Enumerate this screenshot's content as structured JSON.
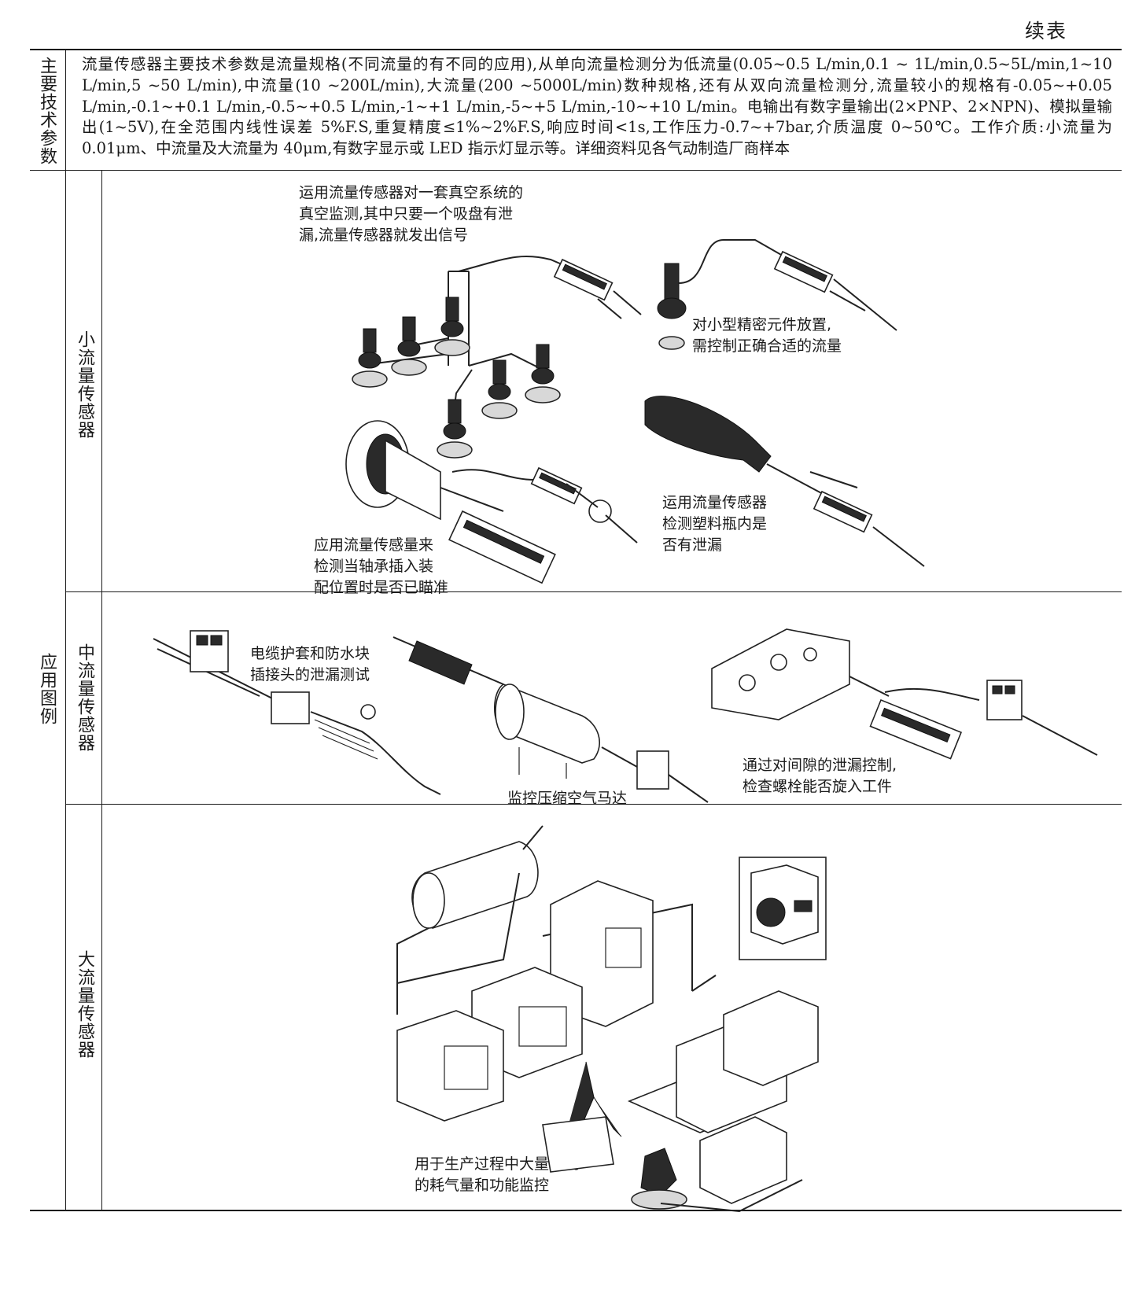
{
  "continued": "续表",
  "row_params": {
    "label": "主要技术参数",
    "text": "流量传感器主要技术参数是流量规格(不同流量的有不同的应用),从单向流量检测分为低流量(0.05~0.5 L/min,0.1 ~ 1L/min,0.5~5L/min,1~10 L/min,5 ~50 L/min),中流量(10 ~200L/min),大流量(200 ~5000L/min)数种规格,还有从双向流量检测分,流量较小的规格有-0.05~+0.05 L/min,-0.1~+0.1 L/min,-0.5~+0.5 L/min,-1~+1 L/min,-5~+5 L/min,-10~+10 L/min。电输出有数字量输出(2×PNP、2×NPN)、模拟量输出(1~5V),在全范围内线性误差 5%F.S,重复精度≤1%~2%F.S,响应时间<1s,工作压力-0.7~+7bar,介质温度 0~50℃。工作介质:小流量为 0.01μm、中流量及大流量为 40μm,有数字显示或 LED 指示灯显示等。详细资料见各气动制造厂商样本"
  },
  "row_examples": {
    "label": "应用图例",
    "small": {
      "label": "小流量传感器",
      "captions": [
        "运用流量传感器对一套真空系统的\n真空监测,其中只要一个吸盘有泄\n漏,流量传感器就发出信号",
        "对小型精密元件放置,\n需控制正确合适的流量",
        "运用流量传感器\n检测塑料瓶内是\n否有泄漏",
        "应用流量传感量来\n检测当轴承插入装\n配位置时是否已瞄准"
      ]
    },
    "medium": {
      "label": "中流量传感器",
      "captions": [
        "电缆护套和防水块\n插接头的泄漏测试",
        "监控压缩空气马达",
        "通过对间隙的泄漏控制,\n检查螺栓能否旋入工件"
      ]
    },
    "large": {
      "label": "大流量传感器",
      "captions": [
        "用于生产过程中大量系统\n的耗气量和功能监控"
      ]
    }
  }
}
